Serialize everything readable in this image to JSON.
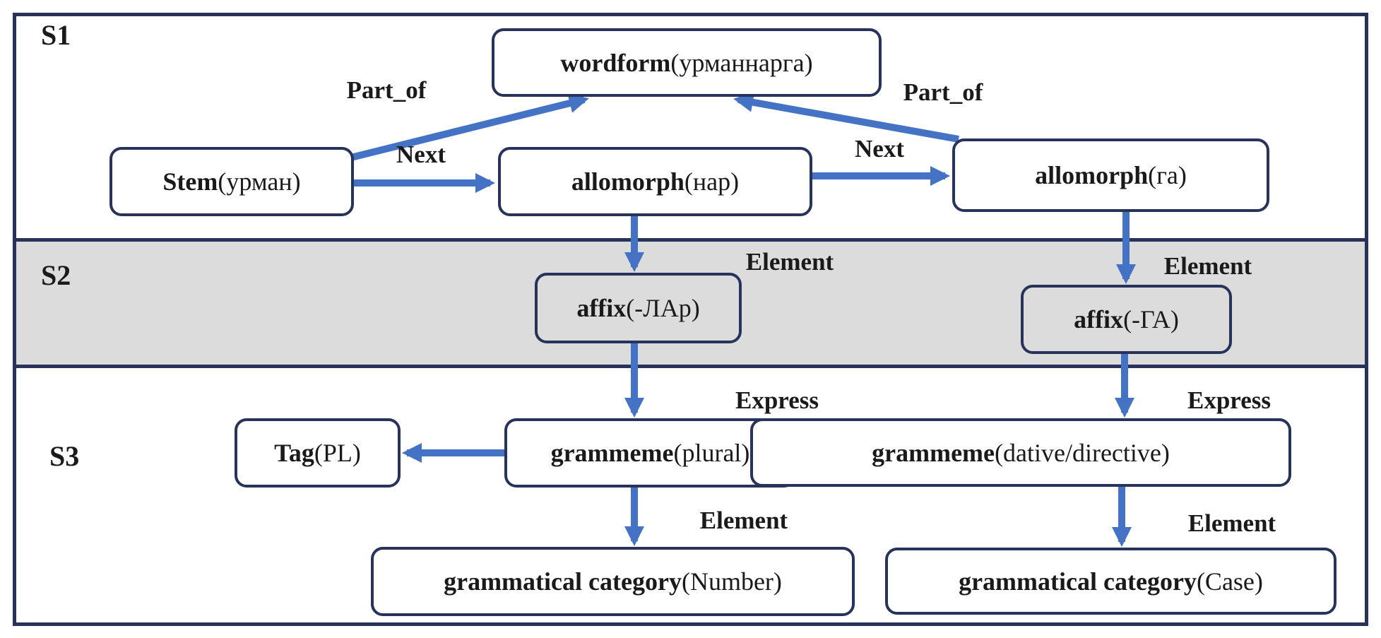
{
  "sections": {
    "s1": "S1",
    "s2": "S2",
    "s3": "S3"
  },
  "nodes": {
    "wordform": {
      "name": "wordform",
      "value": "(урманнарга)"
    },
    "stem": {
      "name": "Stem",
      "value": "(урман)"
    },
    "allomorph_nar": {
      "name": "allomorph",
      "value": "(нар)"
    },
    "allomorph_ga": {
      "name": "allomorph",
      "value": "(га)"
    },
    "affix_lar": {
      "name": "affix",
      "value": "(-ЛАр)"
    },
    "affix_ga": {
      "name": "affix",
      "value": "(-ГА)"
    },
    "tag": {
      "name": "Tag",
      "value": " (PL)"
    },
    "grammeme_plural": {
      "name": "grammeme",
      "value": "(plural)"
    },
    "grammeme_dative": {
      "name": "grammeme",
      "value": " (dative/directive)"
    },
    "gramcat_number": {
      "name": "grammatical category",
      "value": " (Number)"
    },
    "gramcat_case": {
      "name": "grammatical category",
      "value": " (Case)"
    }
  },
  "edge_labels": {
    "part_of_left": "Part_of",
    "part_of_right": "Part_of",
    "next_left": "Next",
    "next_right": "Next",
    "element_s2_left": "Element",
    "element_s2_right": "Element",
    "express_left": "Express",
    "express_right": "Express",
    "element_s3_left": "Element",
    "element_s3_right": "Element"
  },
  "colors": {
    "border": "#27335A",
    "arrow": "#4472C4",
    "band": "#DCDCDC",
    "text": "#1A1A1A"
  }
}
